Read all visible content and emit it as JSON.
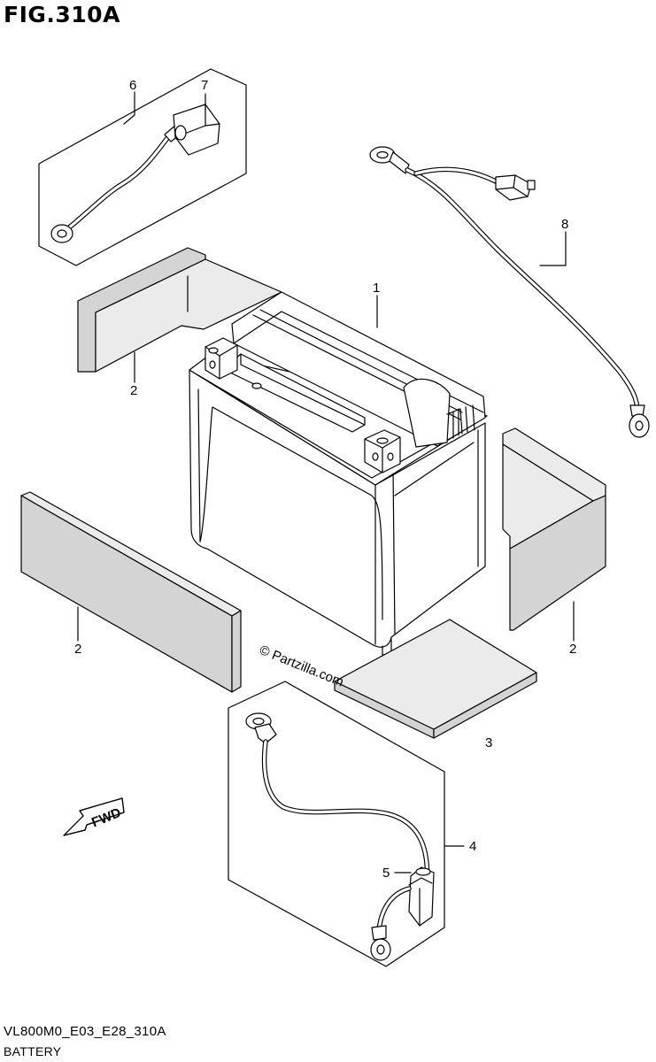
{
  "figure": {
    "title": "FIG.310A",
    "code": "VL800M0_E03_E28_310A",
    "name": "BATTERY"
  },
  "callouts": {
    "c1": "1",
    "c2a": "2",
    "c2b": "2",
    "c2c": "2",
    "c3": "3",
    "c4": "4",
    "c5": "5",
    "c6": "6",
    "c7": "7",
    "c8": "8"
  },
  "fwd_label": "FWD",
  "watermark": "© Partzilla.com",
  "icons": {
    "fwd": "fwd-arrow-icon"
  }
}
